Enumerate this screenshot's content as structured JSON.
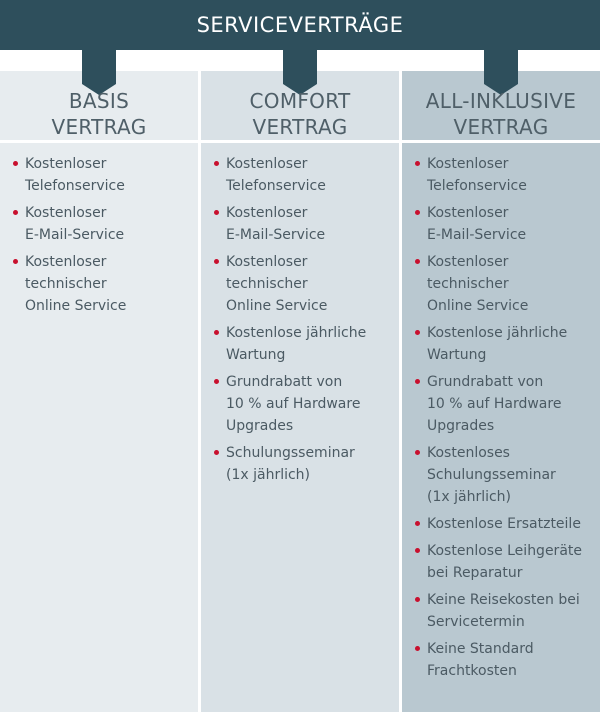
{
  "header": {
    "title": "SERVICEVERTRÄGE"
  },
  "colors": {
    "banner": "#2e4f5c",
    "bullet": "#c8102e"
  },
  "columns": [
    {
      "title_line1": "BASIS",
      "title_line2": "VERTRAG",
      "features": [
        "Kostenloser\nTelefonservice",
        "Kostenloser\nE-Mail-Service",
        "Kostenloser\ntechnischer\nOnline Service"
      ]
    },
    {
      "title_line1": "COMFORT",
      "title_line2": "VERTRAG",
      "features": [
        "Kostenloser\nTelefonservice",
        "Kostenloser\nE-Mail-Service",
        "Kostenloser\ntechnischer\nOnline Service",
        "Kostenlose jährliche\nWartung",
        "Grundrabatt von\n10 % auf Hardware\nUpgrades",
        "Schulungsseminar\n(1x jährlich)"
      ]
    },
    {
      "title_line1": "ALL-INKLUSIVE",
      "title_line2": "VERTRAG",
      "features": [
        "Kostenloser\nTelefonservice",
        "Kostenloser\nE-Mail-Service",
        "Kostenloser\ntechnischer\nOnline Service",
        "Kostenlose jährliche\nWartung",
        "Grundrabatt von\n10 % auf Hardware\nUpgrades",
        "Kostenloses\nSchulungsseminar\n(1x jährlich)",
        "Kostenlose Ersatzteile",
        "Kostenlose Leihgeräte\nbei Reparatur",
        "Keine Reisekosten bei\nServicetermin",
        "Keine Standard\nFrachtkosten"
      ]
    }
  ]
}
